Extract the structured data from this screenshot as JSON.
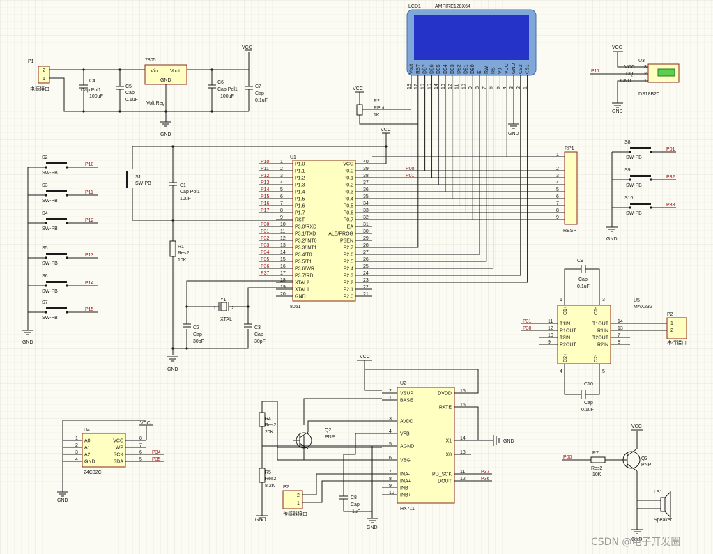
{
  "mcu": {
    "designator": "U1",
    "part": "8051",
    "left_pins": [
      {
        "num": "1",
        "name": "P1.0",
        "net": "P10"
      },
      {
        "num": "2",
        "name": "P1.1",
        "net": "P11"
      },
      {
        "num": "3",
        "name": "P1.2",
        "net": "P12"
      },
      {
        "num": "4",
        "name": "P1.3",
        "net": "P13"
      },
      {
        "num": "5",
        "name": "P1.4",
        "net": "P14"
      },
      {
        "num": "6",
        "name": "P1.5",
        "net": "P15"
      },
      {
        "num": "7",
        "name": "P1.6",
        "net": "P16"
      },
      {
        "num": "8",
        "name": "P1.7",
        "net": "P17"
      },
      {
        "num": "9",
        "name": "RST",
        "net": ""
      },
      {
        "num": "10",
        "name": "P3.0/RXD",
        "net": "P30"
      },
      {
        "num": "11",
        "name": "P3.1/TXD",
        "net": "P31"
      },
      {
        "num": "12",
        "name": "P3.2/INT0",
        "net": "P32"
      },
      {
        "num": "13",
        "name": "P3.3/INT1",
        "net": "P33"
      },
      {
        "num": "14",
        "name": "P3.4/T0",
        "net": "P34"
      },
      {
        "num": "15",
        "name": "P3.5/T1",
        "net": "P35"
      },
      {
        "num": "16",
        "name": "P3.6/WR",
        "net": "P36"
      },
      {
        "num": "17",
        "name": "P3.7/RD",
        "net": "P37"
      },
      {
        "num": "18",
        "name": "XTAL2",
        "net": ""
      },
      {
        "num": "19",
        "name": "XTAL1",
        "net": ""
      },
      {
        "num": "20",
        "name": "GND",
        "net": ""
      }
    ],
    "right_pins": [
      {
        "num": "40",
        "name": "VCC"
      },
      {
        "num": "39",
        "name": "P0.0"
      },
      {
        "num": "38",
        "name": "P0.1"
      },
      {
        "num": "37",
        "name": "P0.2"
      },
      {
        "num": "36",
        "name": "P0.3"
      },
      {
        "num": "35",
        "name": "P0.4"
      },
      {
        "num": "34",
        "name": "P0.5"
      },
      {
        "num": "33",
        "name": "P0.6"
      },
      {
        "num": "32",
        "name": "P0.7"
      },
      {
        "num": "31",
        "name": "EA"
      },
      {
        "num": "30",
        "name": "ALE/PROG"
      },
      {
        "num": "29",
        "name": "PSEN"
      },
      {
        "num": "28",
        "name": "P2.7"
      },
      {
        "num": "27",
        "name": "P2.6"
      },
      {
        "num": "26",
        "name": "P2.5"
      },
      {
        "num": "25",
        "name": "P2.4"
      },
      {
        "num": "24",
        "name": "P2.3"
      },
      {
        "num": "23",
        "name": "P2.2"
      },
      {
        "num": "22",
        "name": "P2.1"
      },
      {
        "num": "21",
        "name": "P2.0"
      }
    ],
    "p0_nets": [
      "P00",
      "P01"
    ]
  },
  "lcd": {
    "designator": "LCD1",
    "part": "AMPIRE128X64",
    "pins": [
      {
        "num": "18",
        "name": "Vout"
      },
      {
        "num": "17",
        "name": "RST"
      },
      {
        "num": "16",
        "name": "DB7"
      },
      {
        "num": "15",
        "name": "DB6"
      },
      {
        "num": "14",
        "name": "DB5"
      },
      {
        "num": "13",
        "name": "DB4"
      },
      {
        "num": "12",
        "name": "DB3"
      },
      {
        "num": "11",
        "name": "DB2"
      },
      {
        "num": "10",
        "name": "DB1"
      },
      {
        "num": "9",
        "name": "DB0"
      },
      {
        "num": "8",
        "name": "E"
      },
      {
        "num": "7",
        "name": "RW"
      },
      {
        "num": "6",
        "name": "RS"
      },
      {
        "num": "5",
        "name": "V0"
      },
      {
        "num": "4",
        "name": "VCC"
      },
      {
        "num": "3",
        "name": "GND"
      },
      {
        "num": "2",
        "name": "CS2"
      },
      {
        "num": "1",
        "name": "CS1"
      }
    ]
  },
  "power": {
    "connector": {
      "designator": "P1",
      "label": "电源接口",
      "pins": [
        "2",
        "1"
      ]
    },
    "regulator": {
      "designator": "7805",
      "vin": "Vin",
      "vout": "Vout",
      "gnd": "GND",
      "part": "Volt Reg"
    },
    "caps": [
      {
        "designator": "C4",
        "part": "Cap Pol1",
        "value": "100uF"
      },
      {
        "designator": "C5",
        "part": "Cap",
        "value": "0.1uF"
      },
      {
        "designator": "C6",
        "part": "Cap Pol1",
        "value": "100uF"
      },
      {
        "designator": "C7",
        "part": "Cap",
        "value": "0.1uF"
      }
    ]
  },
  "rails": {
    "vcc": "VCC",
    "gnd": "GND"
  },
  "pot": {
    "designator": "R2",
    "part": "RPot",
    "value": "1K"
  },
  "reset": {
    "switch": {
      "designator": "S1",
      "part": "SW-PB"
    },
    "cap": {
      "designator": "C1",
      "part": "Cap Pol1",
      "value": "10uF"
    },
    "res": {
      "designator": "R1",
      "part": "Res2",
      "value": "10K"
    }
  },
  "crystal": {
    "designator": "Y1",
    "part": "XTAL",
    "pins": [
      "1",
      "2"
    ],
    "c2": {
      "designator": "C2",
      "part": "Cap",
      "value": "30pF"
    },
    "c3": {
      "designator": "C3",
      "part": "Cap",
      "value": "30pF"
    }
  },
  "keys_left": [
    {
      "designator": "S2",
      "part": "SW-PB",
      "net": "P10"
    },
    {
      "designator": "S3",
      "part": "SW-PB",
      "net": "P11"
    },
    {
      "designator": "S4",
      "part": "SW-PB",
      "net": "P12"
    },
    {
      "designator": "S5",
      "part": "SW-PB",
      "net": "P13"
    },
    {
      "designator": "S6",
      "part": "SW-PB",
      "net": "P14"
    },
    {
      "designator": "S7",
      "part": "SW-PB",
      "net": "P15"
    }
  ],
  "keys_right": [
    {
      "designator": "S8",
      "part": "SW-PB",
      "net": "P01"
    },
    {
      "designator": "S9",
      "part": "SW-PB",
      "net": "P32"
    },
    {
      "designator": "S10",
      "part": "SW-PB",
      "net": "P33"
    }
  ],
  "rp1": {
    "designator": "RP1",
    "part": "RESP",
    "pins": [
      "1",
      "2",
      "3",
      "4",
      "5",
      "6",
      "7",
      "8",
      "9"
    ]
  },
  "ds18b20": {
    "designator": "U3",
    "part": "DS18B20",
    "net": "P17",
    "pins": [
      {
        "num": "3",
        "name": "VCC"
      },
      {
        "num": "2",
        "name": "DQ"
      },
      {
        "num": "1",
        "name": "GND"
      }
    ]
  },
  "max232": {
    "designator": "U5",
    "part": "MAX232",
    "top": [
      "C1+",
      "C1-"
    ],
    "bottom": [
      "C2+",
      "C2-"
    ],
    "left": [
      {
        "num": "11",
        "name": "T1IN",
        "net": "P31"
      },
      {
        "num": "12",
        "name": "R1OUT",
        "net": "P30"
      },
      {
        "num": "10",
        "name": "T2IN"
      },
      {
        "num": "9",
        "name": "R2OUT"
      }
    ],
    "right": [
      {
        "num": "14",
        "name": "T1OUT"
      },
      {
        "num": "13",
        "name": "R1IN"
      },
      {
        "num": "7",
        "name": "T2OUT"
      },
      {
        "num": "8",
        "name": "R2IN"
      }
    ],
    "c9": {
      "designator": "C9",
      "part": "Cap",
      "value": "0.1uF"
    },
    "c10": {
      "designator": "C10",
      "part": "Cap",
      "value": "0.1uF"
    },
    "pins_top": [
      "1",
      "3"
    ],
    "pins_bottom": [
      "4",
      "5"
    ]
  },
  "p2_serial": {
    "designator": "P2",
    "label": "串行接口",
    "pins": [
      "1",
      "2"
    ]
  },
  "hx711": {
    "designator": "U2",
    "part": "HX711",
    "left": [
      {
        "num": "2",
        "name": "VSUP"
      },
      {
        "num": "1",
        "name": "BASE"
      },
      {
        "num": "3",
        "name": "AVDD"
      },
      {
        "num": "4",
        "name": "VFB"
      },
      {
        "num": "5",
        "name": "AGND"
      },
      {
        "num": "6",
        "name": "VBG"
      },
      {
        "num": "7",
        "name": "INA-"
      },
      {
        "num": "8",
        "name": "INA+"
      },
      {
        "num": "9",
        "name": "INB-"
      },
      {
        "num": "10",
        "name": "INB+"
      }
    ],
    "right": [
      {
        "num": "16",
        "name": "DVDD"
      },
      {
        "num": "15",
        "name": "RATE"
      },
      {
        "num": "14",
        "name": "X1"
      },
      {
        "num": "13",
        "name": "X0"
      },
      {
        "num": "11",
        "name": "PD_SCK",
        "net": "P37"
      },
      {
        "num": "12",
        "name": "DOUT",
        "net": "P36"
      }
    ],
    "q2": {
      "designator": "Q2",
      "part": "PNP"
    },
    "r4": {
      "designator": "R4",
      "part": "Res2",
      "value": "20K"
    },
    "r5": {
      "designator": "R5",
      "part": "Res2",
      "value": "8.2K"
    },
    "c8": {
      "designator": "C8",
      "part": "Cap",
      "value": "1uF"
    },
    "p2": {
      "designator": "P2",
      "label": "传感器接口",
      "pins": [
        "2",
        "1"
      ]
    }
  },
  "eeprom": {
    "designator": "U4",
    "part": "24C02C",
    "left": [
      {
        "num": "1",
        "name": "A0"
      },
      {
        "num": "2",
        "name": "A1"
      },
      {
        "num": "3",
        "name": "A2"
      },
      {
        "num": "4",
        "name": "GND"
      }
    ],
    "right": [
      {
        "num": "8",
        "name": "VCC"
      },
      {
        "num": "7",
        "name": "WP"
      },
      {
        "num": "6",
        "name": "SCK",
        "net": "P34"
      },
      {
        "num": "5",
        "name": "SDA",
        "net": "P35"
      }
    ]
  },
  "buzzer": {
    "q3": {
      "designator": "Q3",
      "part": "PNP"
    },
    "r7": {
      "designator": "R7",
      "part": "Res2",
      "value": "10K",
      "net": "P00"
    },
    "ls1": {
      "designator": "LS1",
      "part": "Speaker"
    }
  },
  "watermark": "CSDN @电子开发圈"
}
